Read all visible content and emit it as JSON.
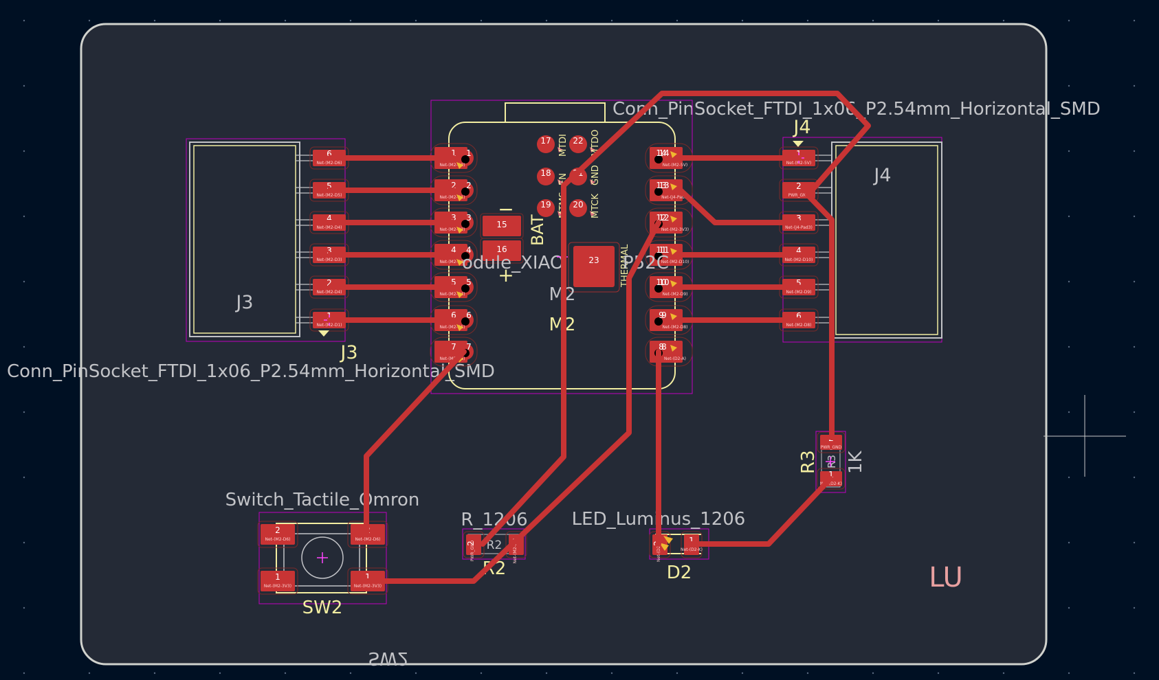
{
  "colors": {
    "background": "#001023",
    "board": "#242a36",
    "edge_cuts": "#d0d2cd",
    "copper": "#c83434",
    "silkscreen": "#f2eda1",
    "fab": "#c2c3c7",
    "courtyard": "#c000c0",
    "user_text": "#e8a0a0"
  },
  "footprints": {
    "j3": {
      "ref": "J3",
      "ref_fab": "J3",
      "value": "Conn_PinSocket_FTDI_1x06_P2.54mm_Horizontal_SMD",
      "pins": [
        {
          "num": "6",
          "net": "Net-(M2-D6)"
        },
        {
          "num": "5",
          "net": "Net-(M2-D5)"
        },
        {
          "num": "4",
          "net": "Net-(M2-D4)"
        },
        {
          "num": "3",
          "net": "Net-(M2-D3)"
        },
        {
          "num": "2",
          "net": "Net-(M2-D4)"
        },
        {
          "num": "1",
          "net": "Net-(M2-D1)"
        }
      ]
    },
    "j4": {
      "ref": "J4",
      "ref_fab": "J4",
      "value": "Conn_PinSocket_FTDI_1x06_P2.54mm_Horizontal_SMD",
      "pins": [
        {
          "num": "1",
          "net": "Net-(M2-5V)"
        },
        {
          "num": "2",
          "net": "PWR_GND"
        },
        {
          "num": "3",
          "net": "Net-(J4-Pad3)"
        },
        {
          "num": "4",
          "net": "Net-(M2-D10)"
        },
        {
          "num": "5",
          "net": "Net-(M2-D9)"
        },
        {
          "num": "6",
          "net": "Net-(M2-D8)"
        }
      ]
    },
    "m2": {
      "ref": "M2",
      "ref_fab": "M2",
      "value_fragment_left": "odule_XIAO",
      "value_fragment_right": "P52C",
      "left_pads": [
        {
          "num": "1",
          "net": "Net-(M2-D0)"
        },
        {
          "num": "2",
          "net": "Net-(M2-D1)"
        },
        {
          "num": "3",
          "net": "Net-(M2-D2)"
        },
        {
          "num": "4",
          "net": "Net-(M2-D3)"
        },
        {
          "num": "5",
          "net": "Net-(M2-D4)"
        },
        {
          "num": "6",
          "net": "Net-(M2-D5)"
        },
        {
          "num": "7",
          "net": "Net-(M2-D6)"
        }
      ],
      "right_pads": [
        {
          "num": "14",
          "net": "Net-(M2-5V)"
        },
        {
          "num": "13",
          "net": "Net-(J4-Pad3)"
        },
        {
          "num": "12",
          "net": "Net-(M2-3V3)"
        },
        {
          "num": "11",
          "net": "Net-(M2-D10)"
        },
        {
          "num": "10",
          "net": "Net-(M2-D9)"
        },
        {
          "num": "9",
          "net": "Net-(M2-D8)"
        },
        {
          "num": "8",
          "net": "Net-(D2-A)"
        }
      ],
      "jtag_pads": [
        "17",
        "22",
        "18",
        "21",
        "19",
        "20"
      ],
      "jtag_labels": [
        "MTDI",
        "MTDO",
        "EN",
        "GND",
        "MTMS",
        "MTCK"
      ],
      "bat_pads": [
        "15",
        "16"
      ],
      "bat_label": "BAT",
      "bat_minus": "−",
      "bat_plus": "+",
      "thermal_pad": "23",
      "thermal_label": "THERMAL"
    },
    "sw2": {
      "ref": "SW2",
      "value": "Switch_Tactile_Omron",
      "back_ref": "SW2",
      "pads": [
        {
          "num": "2",
          "net": "Net-(M2-D6)"
        },
        {
          "num": "2",
          "net": "Net-(M2-D6)"
        },
        {
          "num": "1",
          "net": "Net-(M2-3V3)"
        },
        {
          "num": "1",
          "net": "Net-(M2-3V3)"
        }
      ]
    },
    "r2": {
      "ref": "R2",
      "ref_fab": "R2",
      "value": "R_1206",
      "pads": [
        {
          "num": "2",
          "net": "PWR_GND"
        },
        {
          "num": "1",
          "net": "Net-(M2-D6)"
        }
      ]
    },
    "d2": {
      "ref": "D2",
      "value": "LED_Luminus_1206",
      "pads": [
        {
          "num": "2",
          "net": "Net-(D2-A)"
        },
        {
          "num": "1",
          "net": "Net-(D2-K)"
        }
      ]
    },
    "r3": {
      "ref": "R3",
      "ref_fab": "R3",
      "value": "1K",
      "pads": [
        {
          "num": "2",
          "net": "PWR_GND"
        },
        {
          "num": "1",
          "net": "Net-(D2-K)"
        }
      ]
    }
  },
  "user_text": "LU"
}
